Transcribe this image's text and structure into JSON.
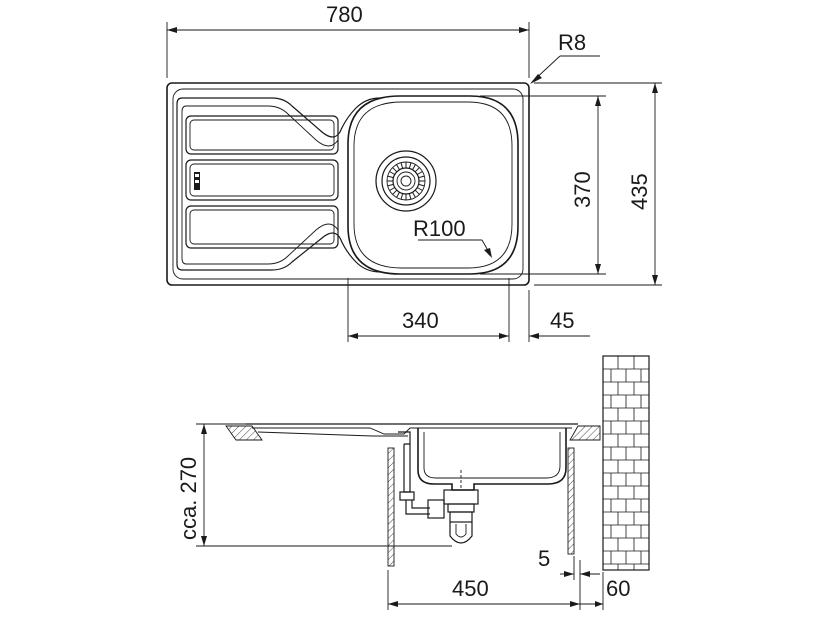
{
  "dimensions": {
    "overall_width": "780",
    "corner_radius": "R8",
    "bowl_depth_top": "370",
    "overall_depth": "435",
    "bowl_radius": "R100",
    "bowl_width": "340",
    "edge_offset": "45",
    "install_depth": "cca. 270",
    "cabinet_width": "450",
    "gap": "5",
    "wall_offset": "60"
  }
}
